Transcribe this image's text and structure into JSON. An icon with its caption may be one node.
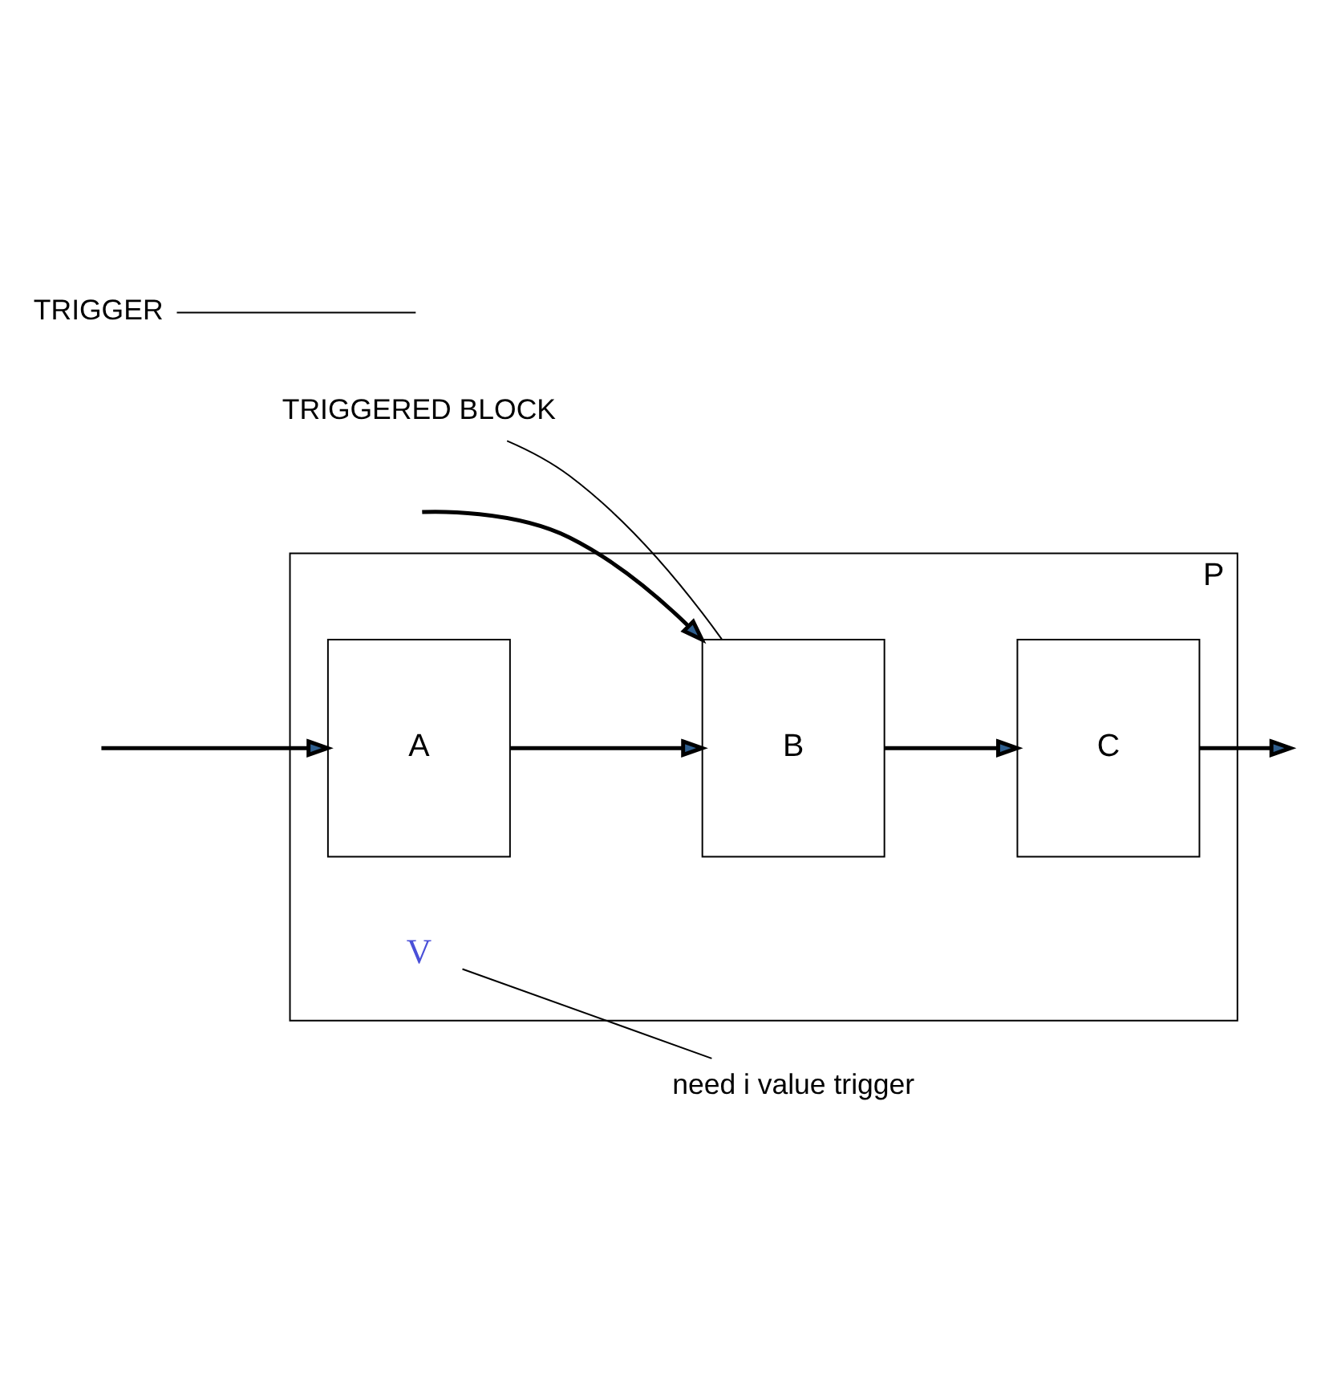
{
  "diagram": {
    "nodes": [
      {
        "text": [
          "P"
        ]
      },
      {
        "text": [
          "A"
        ],
        "in": 0
      },
      {
        "text": [
          "B"
        ],
        "in": 0
      },
      {
        "text": [
          "C"
        ],
        "in": 0
      },
      {
        "text": [
          "V"
        ],
        "in": 0
      },
      {
        "text": [
          "TRIGGER"
        ]
      },
      {
        "text": [
          "TRIGGERED BLOCK"
        ]
      },
      {
        "text": [
          "need i value trigger"
        ]
      }
    ],
    "edges": [
      {
        "from": null,
        "to": 1,
        "arrow": "to"
      },
      {
        "from": 1,
        "to": 2,
        "arrow": "to"
      },
      {
        "from": null,
        "to": 2,
        "arrow": "to"
      },
      {
        "from": 2,
        "to": 3,
        "arrow": "to"
      },
      {
        "from": 3,
        "to": null,
        "arrow": "to"
      },
      {
        "from": 5,
        "to": null,
        "arrow": "none"
      },
      {
        "from": 6,
        "to": 2,
        "arrow": "none"
      },
      {
        "from": 4,
        "to": 7,
        "arrow": "none"
      }
    ]
  }
}
